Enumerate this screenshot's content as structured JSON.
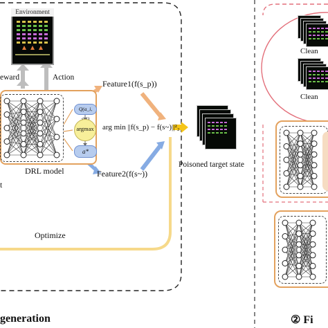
{
  "environment": {
    "title": "Environment"
  },
  "arrows": {
    "reward": "eward",
    "action": "Action"
  },
  "drl": {
    "label": "DRL model",
    "q_label": "Q(a_i, s_i)",
    "argmax_label": "argmax",
    "a_star": "a*"
  },
  "features": {
    "f1": "Feature1(f(s_p))",
    "f2": "Feature2(f(s~))"
  },
  "objective": {
    "text": "arg min ||f(s_p) − f(s~)||²₂"
  },
  "poison": {
    "label": "Poisoned target state"
  },
  "optimize": {
    "label": "Optimize"
  },
  "left_fragment": {
    "text": "t"
  },
  "footer": {
    "left": "generation",
    "right": "② Fi"
  },
  "right_panel": {
    "clean1": "Clean",
    "clean2": "Clean"
  },
  "colors": {
    "orange": "#e3a15d",
    "blue": "#6f9bd8",
    "yellow": "#f5c518",
    "gold_path": "#f3d37a",
    "pink": "#e36f7a"
  }
}
